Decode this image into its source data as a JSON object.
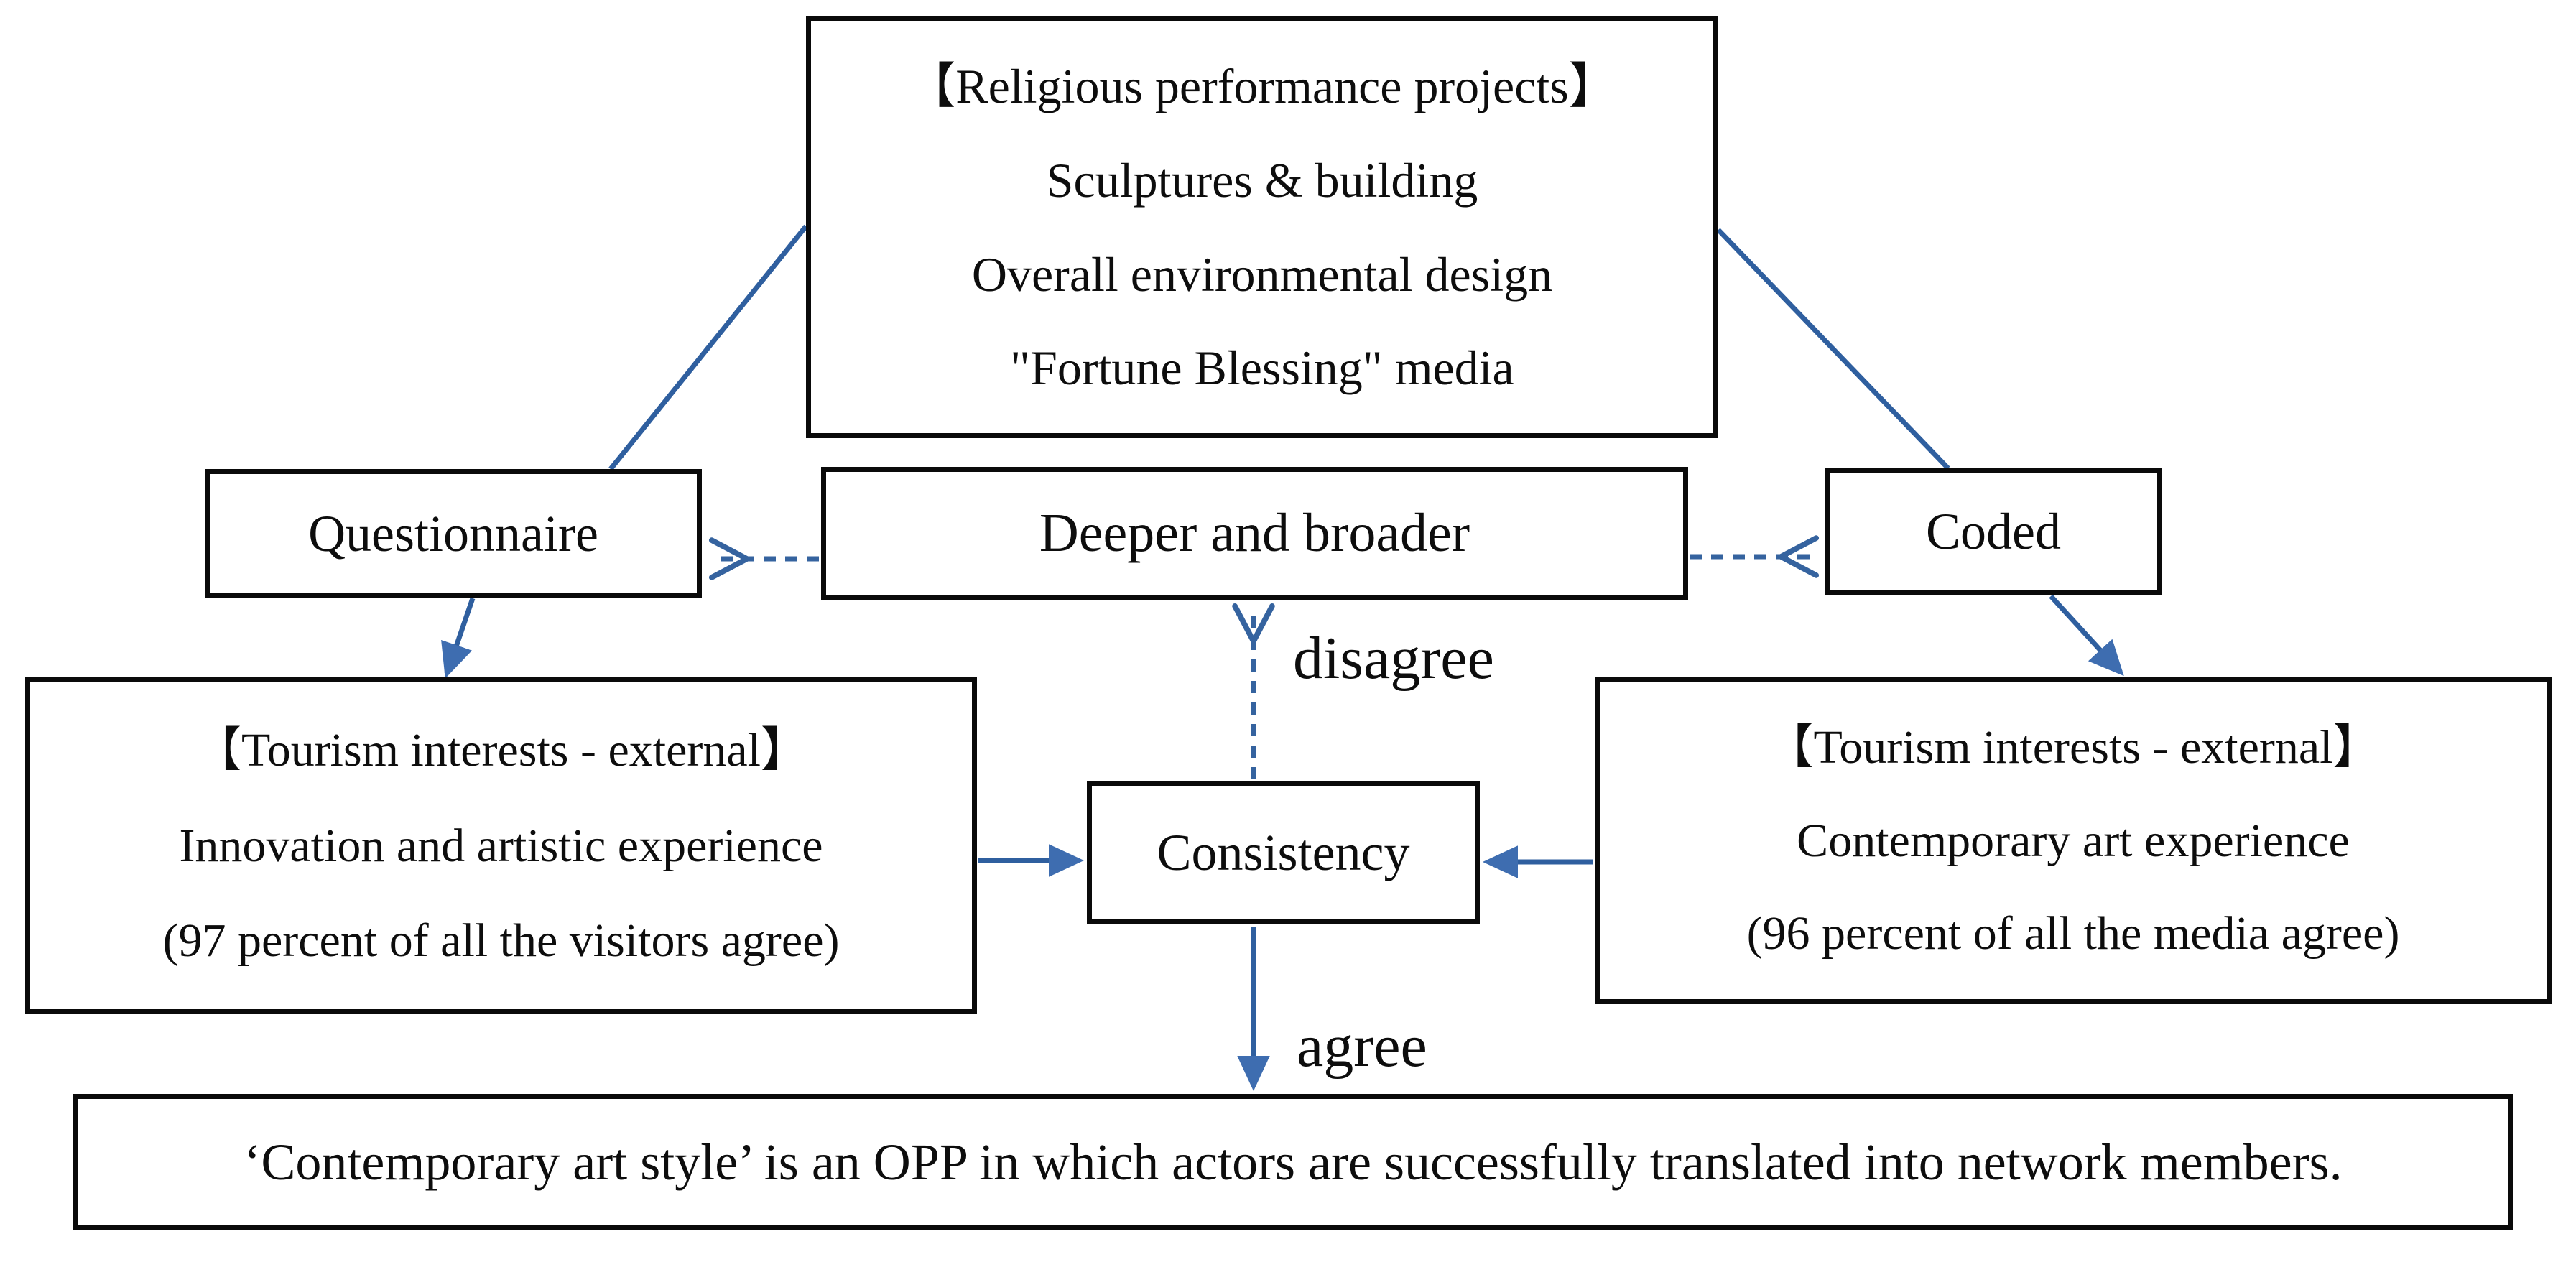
{
  "diagram": {
    "top_box": {
      "title_open": "【",
      "title": "Religious performance projects",
      "title_close": "】",
      "line1": "Sculptures & building",
      "line2": "Overall environmental design",
      "line3": "\"Fortune Blessing\" media"
    },
    "questionnaire_box": {
      "label": "Questionnaire"
    },
    "deeper_box": {
      "label": "Deeper and broader"
    },
    "coded_box": {
      "label": "Coded"
    },
    "tourism_left_box": {
      "title_open": "【",
      "title": "Tourism interests - external",
      "title_close": "】",
      "line1": "Innovation and artistic experience",
      "line2": "(97 percent of all the visitors agree)"
    },
    "tourism_right_box": {
      "title_open": "【",
      "title": "Tourism interests - external",
      "title_close": "】",
      "line1": "Contemporary art experience",
      "line2": "(96 percent of all the media agree)"
    },
    "consistency_box": {
      "label": "Consistency"
    },
    "conclusion_box": {
      "text": "‘Contemporary art style’ is an OPP in which actors are successfully translated into network members."
    },
    "edge_labels": {
      "disagree": "disagree",
      "agree": "agree"
    },
    "colors": {
      "arrow_solid": "#2f5f9f",
      "arrow_head": "#3e6db0",
      "arrow_dashed": "#35639f",
      "border": "#0a0a0a",
      "text": "#0d0d0d",
      "background": "#ffffff"
    }
  }
}
